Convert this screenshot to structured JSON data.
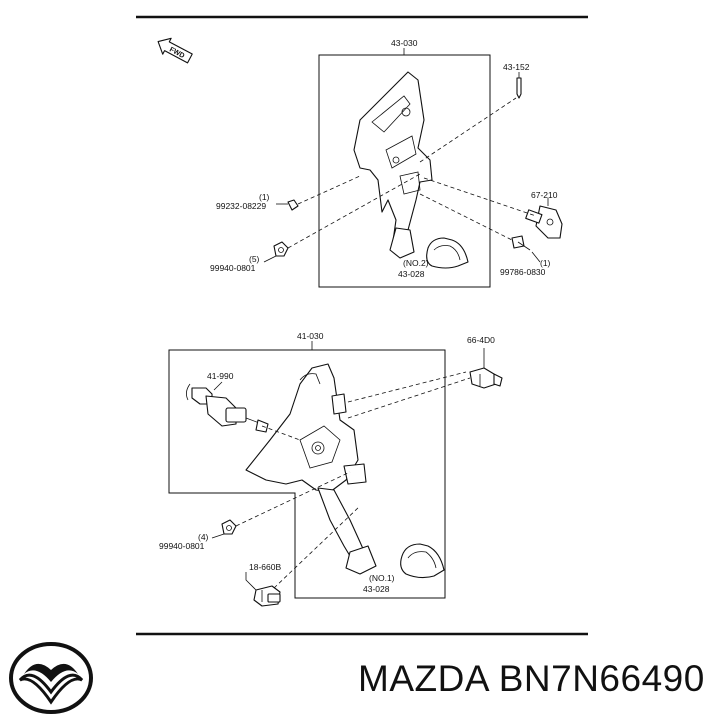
{
  "diagram": {
    "direction_label": "FWD",
    "callouts": {
      "upper_assembly": "43-030",
      "upper_pin": "43-152",
      "upper_switch": "67-210",
      "upper_bolt": "99232-08229",
      "upper_bolt_qty": "(1)",
      "upper_nut": "99940-0801",
      "upper_nut_qty": "(5)",
      "upper_pad_note": "(NO.2)",
      "upper_pad": "43-028",
      "upper_screw": "99786-0830",
      "upper_screw_qty": "(1)",
      "lower_assembly": "41-030",
      "lower_cylinder": "41-990",
      "lower_switch": "66-4D0",
      "lower_nut_qty": "(4)",
      "lower_nut": "99940-0801",
      "lower_sensor": "18-660B",
      "lower_pad_note": "(NO.1)",
      "lower_pad": "43-028"
    }
  },
  "footer": {
    "brand_logo": "mazda-logo",
    "caption": "MAZDA BN7N66490"
  }
}
